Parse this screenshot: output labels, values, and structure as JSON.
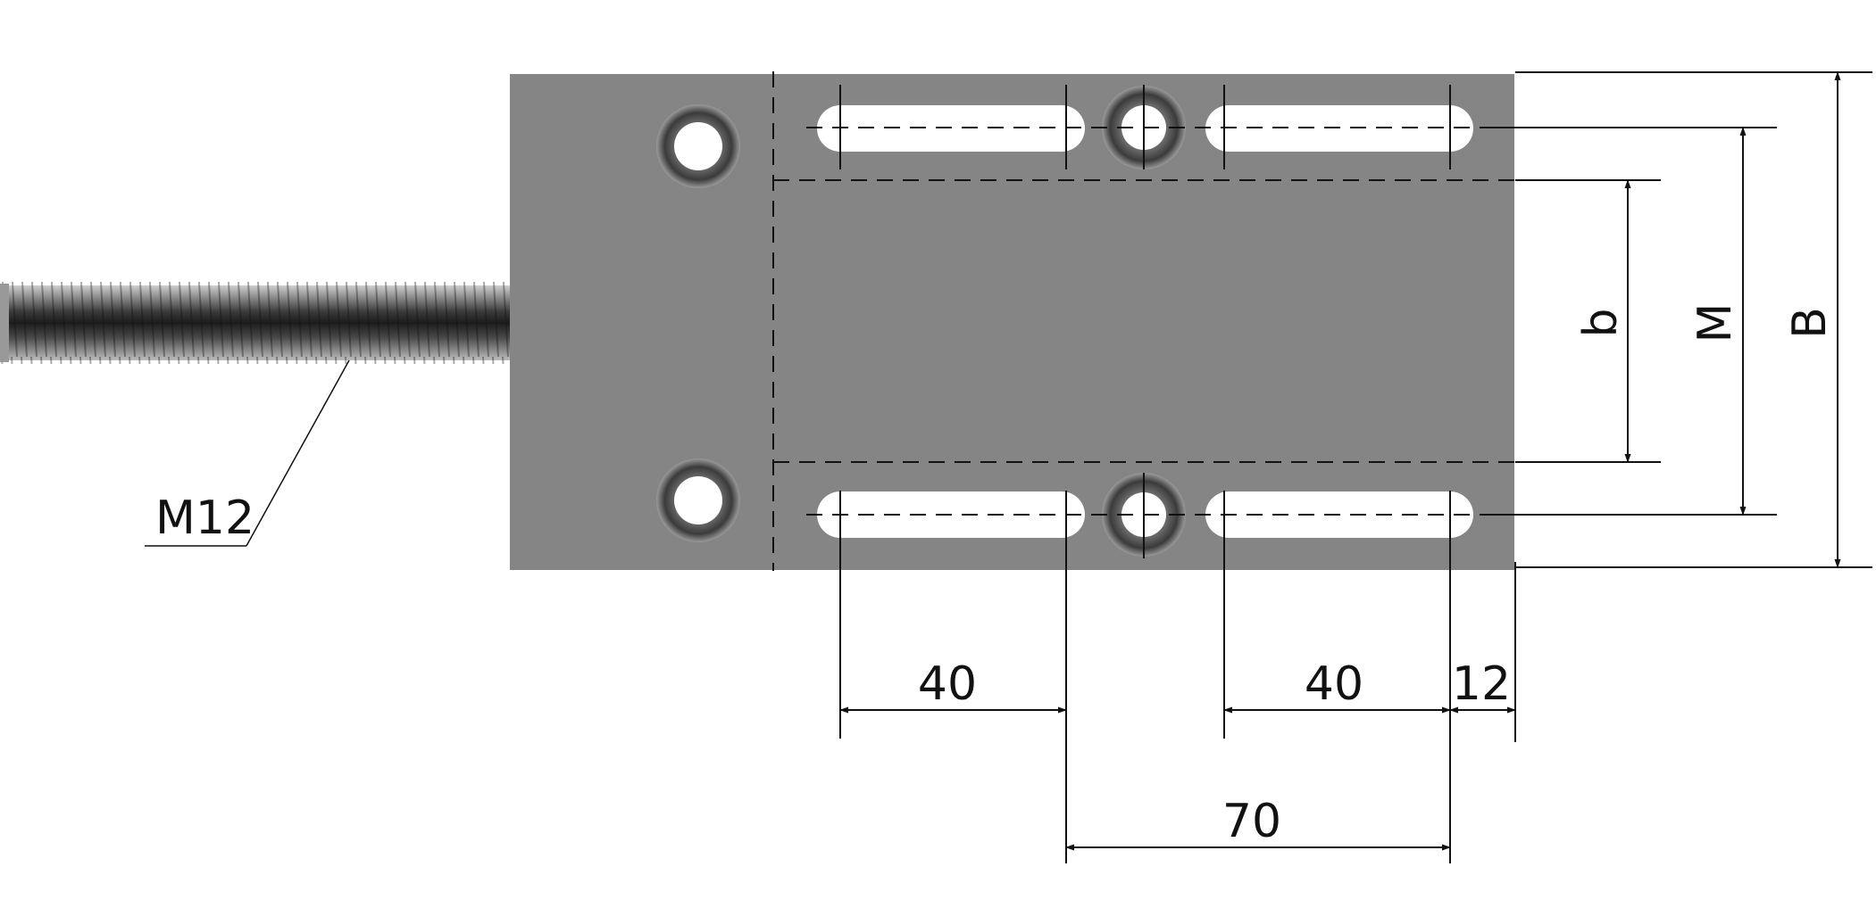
{
  "drawing": {
    "thread_label": "M12",
    "dimensions": {
      "slot_length_left": "40",
      "slot_length_right": "40",
      "edge_offset": "12",
      "hole_spacing": "70",
      "inner_width": "b",
      "hole_distance": "M",
      "overall_width": "B"
    }
  },
  "colors": {
    "plate": "#858585",
    "thread": "#6b6b6b",
    "line": "#111111",
    "background": "#ffffff"
  }
}
